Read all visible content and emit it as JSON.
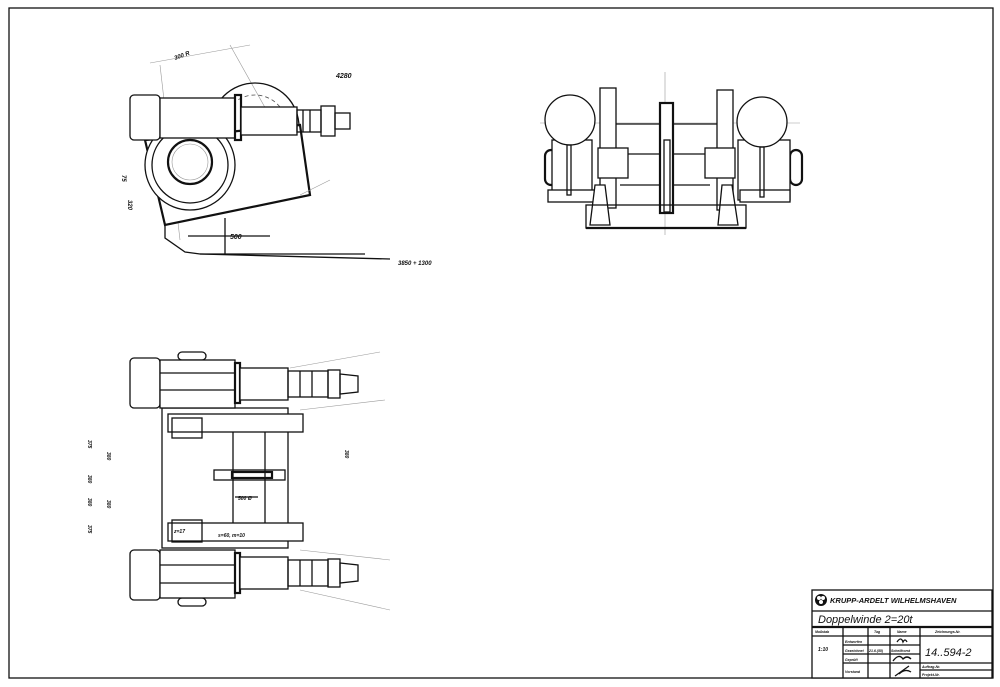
{
  "drawing": {
    "side_view": {
      "dim_top": "4280",
      "dim_angle": "300 R",
      "dim_width": "500",
      "dim_bottom": "3850 + 1300",
      "dim_left_a": "75",
      "dim_left_b": "320"
    },
    "plan_view": {
      "dim_left": [
        "375",
        "380",
        "380",
        "375"
      ],
      "dim_inner": [
        "380",
        "380"
      ],
      "dim_right": "380",
      "dim_drum": "500 Ø",
      "gear_label": "s=60, m=10",
      "pinion_label": "z=17"
    }
  },
  "title_block": {
    "company": "KRUPP-ARDELT WILHELMSHAVEN",
    "title": "Doppelwinde 2=20t",
    "scale_label": "Maßstab",
    "scale": "1:10",
    "col_day": "Tag",
    "col_name": "Name",
    "col_drawing_no": "Zeichnungs-Nr.",
    "rows": [
      "Entworfen",
      "Gezeichnet",
      "Geprüft",
      "Vorstand"
    ],
    "drawn_date": "21.6.(55)",
    "drawn_name": "Schellhorst",
    "drawing_number": "14..594-2",
    "order_no_label": "Auftrag-Nr.",
    "project_no_label": "Projekt-Nr."
  }
}
